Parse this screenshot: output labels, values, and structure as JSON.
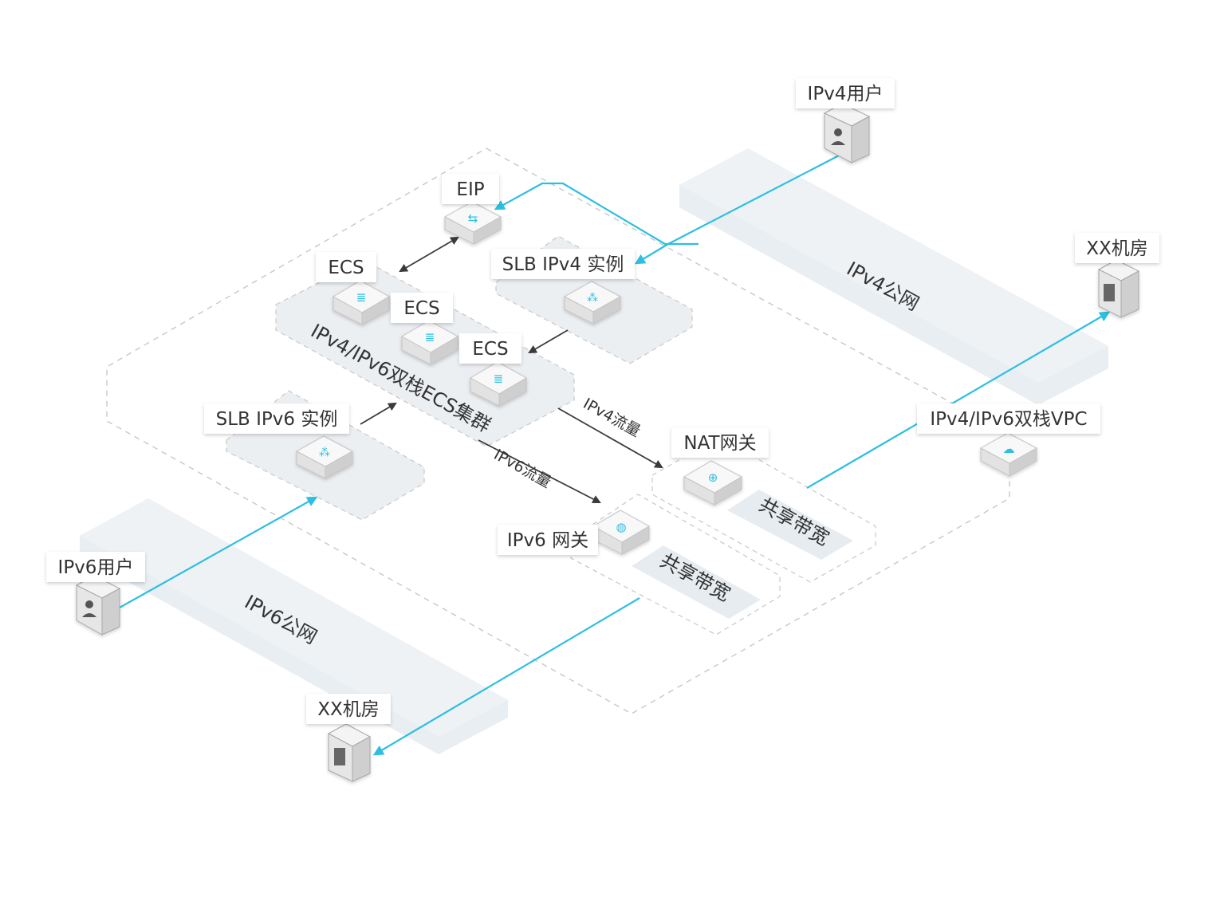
{
  "colors": {
    "accent": "#2dbfe0",
    "arrow_dark": "#3a3a3a",
    "dashed": "#c8c8c8",
    "plane_fill": "#e9eef2",
    "box_top": "#f8f8f8",
    "box_side": "#d9d9d9"
  },
  "zones": {
    "ipv4_internet": "IPv4公网",
    "ipv6_internet": "IPv6公网",
    "ecs_cluster": "IPv4/IPv6双栈ECS集群",
    "shared_bw_nat": "共享带宽",
    "shared_bw_ipv6": "共享带宽"
  },
  "nodes": {
    "ipv4_user": {
      "label": "IPv4用户",
      "icon": "user-icon"
    },
    "ipv6_user": {
      "label": "IPv6用户",
      "icon": "user-icon"
    },
    "idc_right": {
      "label": "XX机房",
      "icon": "datacenter-icon"
    },
    "idc_bottom": {
      "label": "XX机房",
      "icon": "datacenter-icon"
    },
    "eip": {
      "label": "EIP",
      "icon": "eip-icon"
    },
    "ecs_1": {
      "label": "ECS",
      "icon": "server-icon"
    },
    "ecs_2": {
      "label": "ECS",
      "icon": "server-icon"
    },
    "ecs_3": {
      "label": "ECS",
      "icon": "server-icon"
    },
    "slb_v4": {
      "label": "SLB IPv4 实例",
      "icon": "load-balancer-icon"
    },
    "slb_v6": {
      "label": "SLB IPv6 实例",
      "icon": "load-balancer-icon"
    },
    "nat": {
      "label": "NAT网关",
      "icon": "nat-gateway-icon"
    },
    "ipv6_gw": {
      "label": "IPv6 网关",
      "icon": "ipv6-gateway-icon"
    },
    "vpc": {
      "label": "IPv4/IPv6双栈VPC",
      "icon": "vpc-cloud-icon"
    }
  },
  "flows": {
    "ipv4_traffic": "IPv4流量",
    "ipv6_traffic": "IPv6流量"
  }
}
